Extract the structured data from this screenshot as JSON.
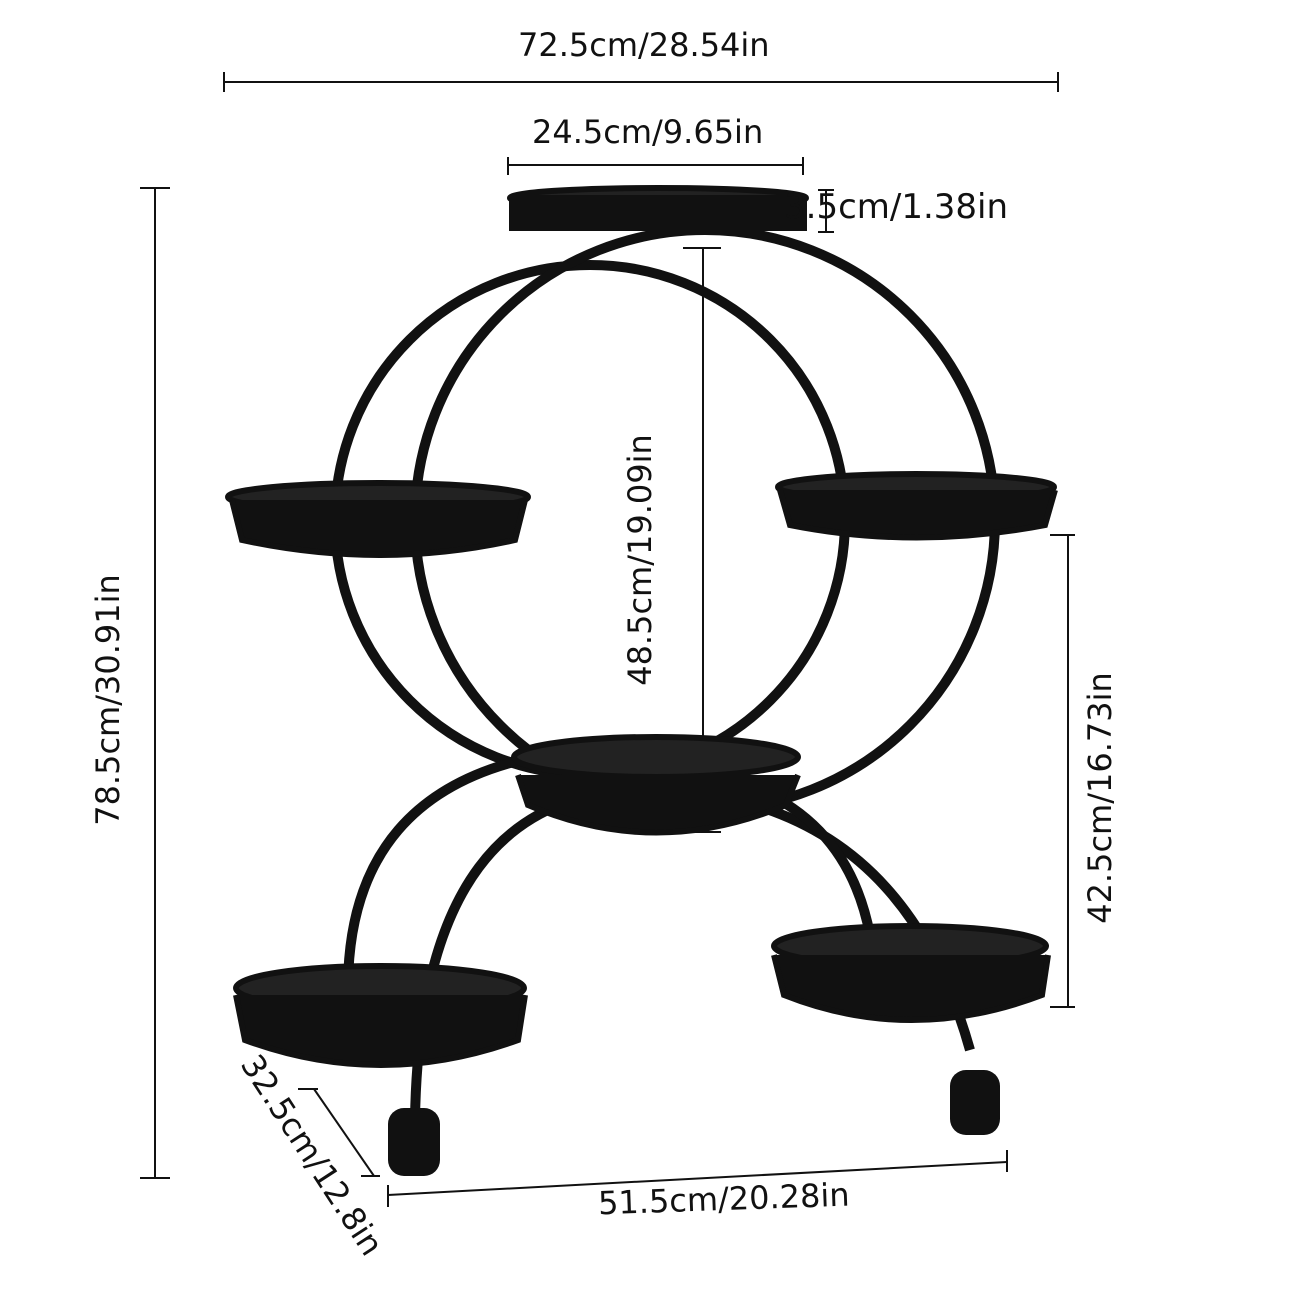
{
  "diagram": {
    "subject": "Metal plant stand with 6 round trays, two ring frames and casters",
    "color": "#111111",
    "dimensions": {
      "overall_width": "72.5cm/28.54in",
      "top_tray_diameter": "24.5cm/9.65in",
      "tray_rim_height": "3.5cm/1.38in",
      "inner_height": "48.5cm/19.09in",
      "overall_height": "78.5cm/30.91in",
      "side_height": "42.5cm/16.73in",
      "depth": "32.5cm/12.8in",
      "base_width": "51.5cm/20.28in"
    }
  }
}
